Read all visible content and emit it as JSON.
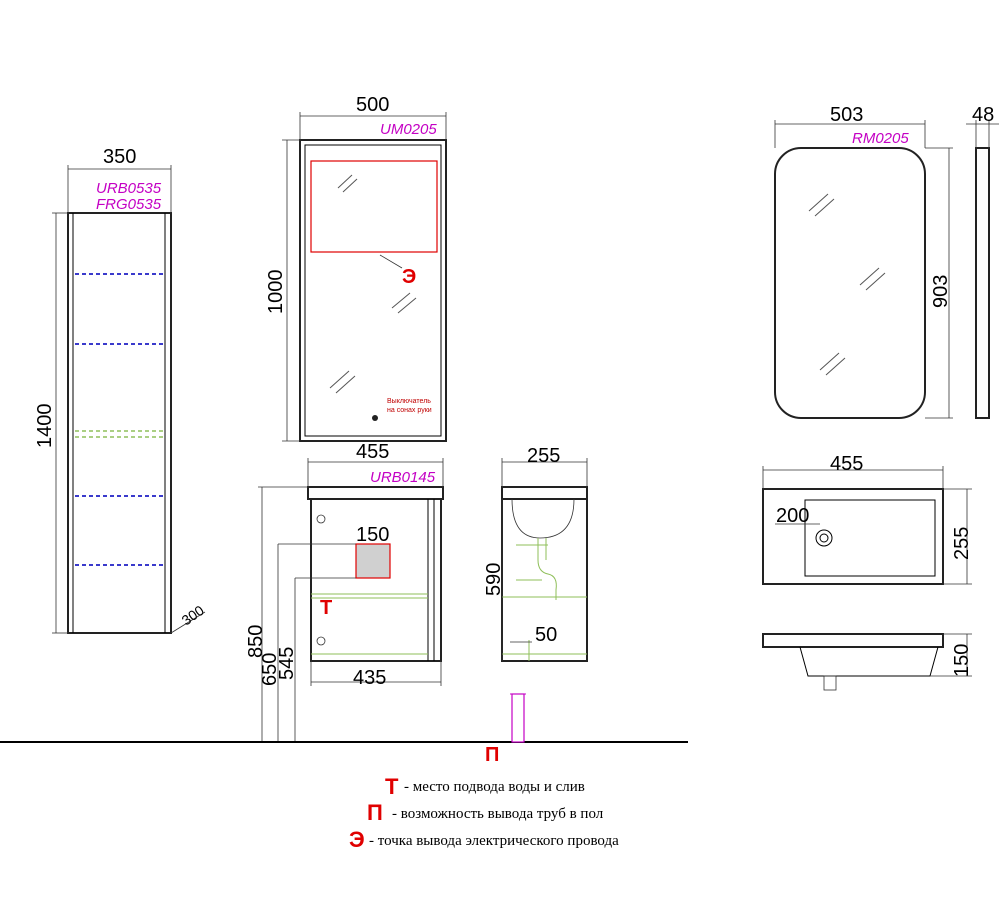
{
  "dimensions": {
    "col_width": "350",
    "col_height": "1400",
    "col_depth": "300",
    "mirror_width": "500",
    "mirror_height": "1000",
    "vanity_top_width": "455",
    "vanity_inner_width": "435",
    "vanity_height_850": "850",
    "vanity_height_650": "650",
    "vanity_height_545": "545",
    "vanity_150": "150",
    "side_depth": "255",
    "side_590": "590",
    "side_50": "50",
    "rm_width": "503",
    "rm_depth": "48",
    "rm_height": "903",
    "sink_width": "455",
    "sink_200": "200",
    "sink_depth": "255",
    "sink_height": "150"
  },
  "models": {
    "column_1": "URB0535",
    "column_2": "FRG0535",
    "mirror": "UM0205",
    "vanity": "URB0145",
    "round_mirror": "RM0205"
  },
  "markers": {
    "electric": "Э",
    "water": "Т",
    "floor": "П"
  },
  "mirror_note": {
    "line1": "Выключатель",
    "line2": "на сонах руки"
  },
  "legend": [
    {
      "symbol": "Т",
      "text": "- место подвода воды и слив"
    },
    {
      "symbol": "П",
      "text": "- возможность вывода труб в пол"
    },
    {
      "symbol": "Э",
      "text": "-  точка вывода электрического провода"
    }
  ],
  "colors": {
    "model_label": "#c400c4",
    "marker": "#e00000",
    "shelf_dashed": "#3a3acc",
    "plumbing": "#8fbf5a"
  }
}
